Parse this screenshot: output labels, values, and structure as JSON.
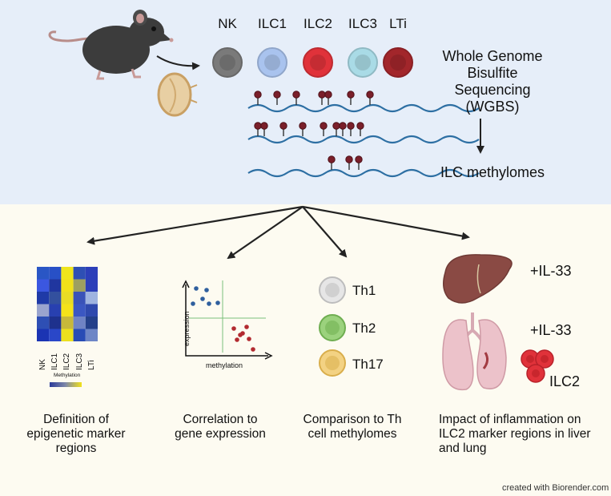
{
  "top": {
    "cell_types": [
      "NK",
      "ILC1",
      "ILC2",
      "ILC3",
      "LTi"
    ],
    "cell_colors": [
      "#7a7a7a",
      "#a9c3ee",
      "#e0323a",
      "#a9dbe6",
      "#a2262b"
    ],
    "method": "Whole Genome Bisulfite Sequencing (WGBS)",
    "method_lines": [
      "Whole Genome",
      "Bisulfite",
      "Sequencing",
      "(WGBS)"
    ],
    "result": "ILC methylomes"
  },
  "panels": {
    "markers": {
      "caption_lines": [
        "Definition of",
        "epigenetic marker",
        "regions"
      ],
      "heatmap_columns": [
        "NK",
        "ILC1",
        "ILC2",
        "ILC3",
        "LTi"
      ],
      "colorbar_label": "Methylation"
    },
    "correlation": {
      "caption_lines": [
        "Correlation to",
        "gene expression"
      ],
      "x_label": "methylation",
      "y_label": "expression"
    },
    "th": {
      "caption_lines": [
        "Comparison to Th",
        "cell methylomes"
      ],
      "items": [
        {
          "label": "Th1",
          "color": "#e6e6e6",
          "ring": "#bdbdbd"
        },
        {
          "label": "Th2",
          "color": "#9bd27d",
          "ring": "#6fae51"
        },
        {
          "label": "Th17",
          "color": "#f3d283",
          "ring": "#d9ae4c"
        }
      ]
    },
    "inflammation": {
      "caption_lines": [
        "Impact of inflammation on",
        "ILC2 marker regions in liver",
        "and lung"
      ],
      "liver_label": "+IL-33",
      "lung_label": "+IL-33",
      "cell_label": "ILC2"
    }
  },
  "credit": "created with Biorender.com"
}
